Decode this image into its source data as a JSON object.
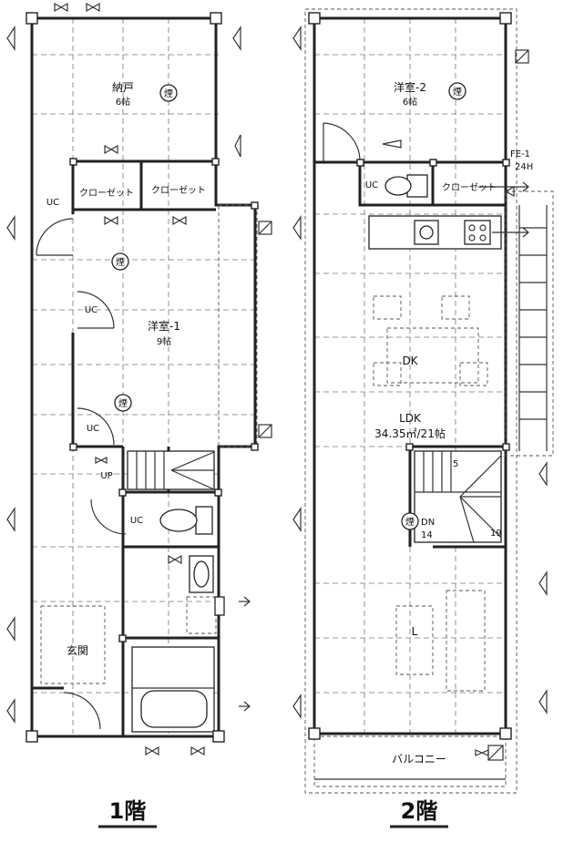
{
  "floor1": {
    "title": "1階",
    "rooms": {
      "storage": "納戸",
      "storage_size": "6帖",
      "closet_a": "クローゼット",
      "closet_b": "クローゼット",
      "western1": "洋室-1",
      "western1_size": "9帖",
      "entrance": "玄関",
      "up": "UP"
    },
    "uc_labels": [
      "UC",
      "UC",
      "UC",
      "UC"
    ]
  },
  "floor2": {
    "title": "2階",
    "rooms": {
      "western2": "洋室-2",
      "western2_size": "6帖",
      "closet": "クローゼット",
      "dk": "DK",
      "ldk": "LDK",
      "ldk_area": "34.35㎡/21帖",
      "balcony": "バルコニー",
      "dn": "DN",
      "uc": "UC",
      "fe": "FE-1",
      "fe_sub": "24H",
      "l": "L",
      "stair_n1": "5",
      "stair_n2": "14",
      "stair_n3": "19"
    }
  },
  "symbol_smoke": "煙"
}
